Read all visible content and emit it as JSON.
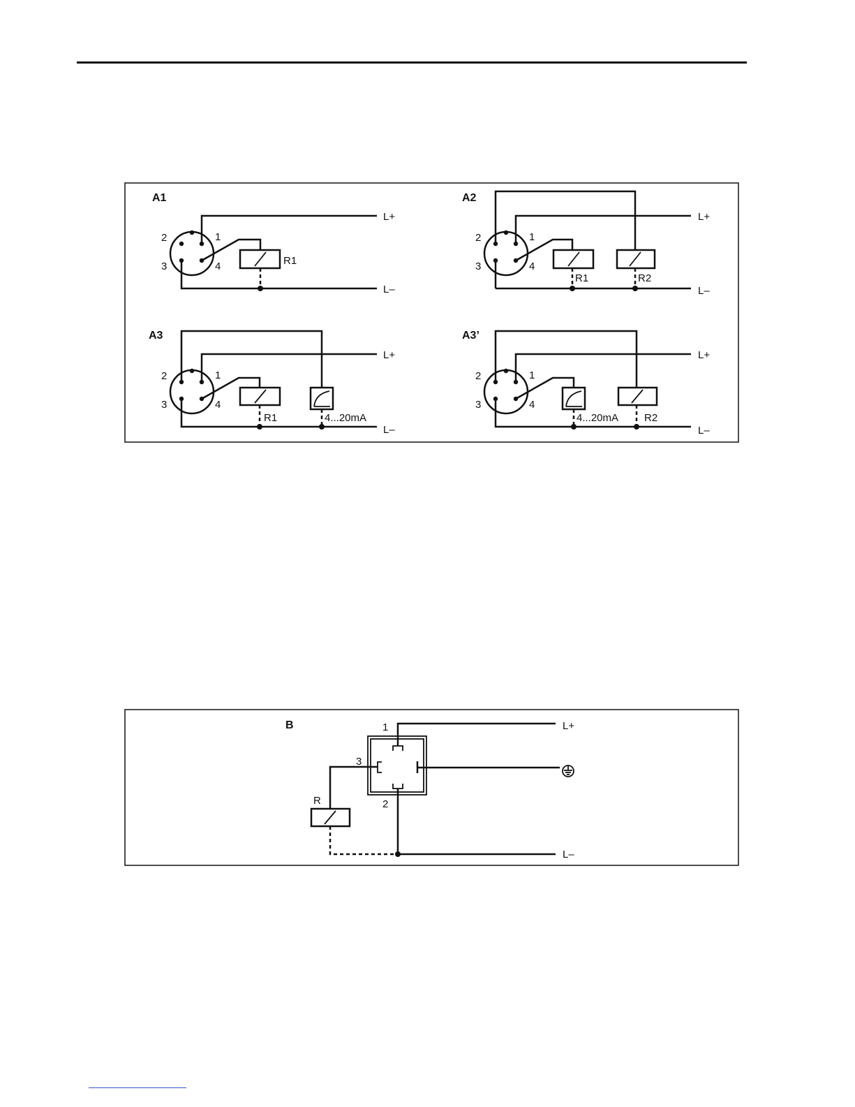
{
  "diagram_a": {
    "panels": [
      {
        "title": "A1",
        "pins": [
          "1",
          "2",
          "3",
          "4"
        ],
        "supply_pos": "L+",
        "supply_neg": "L–",
        "components": [
          {
            "label": "R1"
          }
        ]
      },
      {
        "title": "A2",
        "pins": [
          "1",
          "2",
          "3",
          "4"
        ],
        "supply_pos": "L+",
        "supply_neg": "L–",
        "components": [
          {
            "label": "R1"
          },
          {
            "label": "R2"
          }
        ]
      },
      {
        "title": "A3",
        "pins": [
          "1",
          "2",
          "3",
          "4"
        ],
        "supply_pos": "L+",
        "supply_neg": "L–",
        "components": [
          {
            "label": "R1"
          },
          {
            "label": "4...20mA"
          }
        ]
      },
      {
        "title": "A3’",
        "pins": [
          "1",
          "2",
          "3",
          "4"
        ],
        "supply_pos": "L+",
        "supply_neg": "L–",
        "components": [
          {
            "label": "4...20mA"
          },
          {
            "label": "R2"
          }
        ]
      }
    ]
  },
  "diagram_b": {
    "title": "B",
    "pins": [
      "1",
      "2",
      "3"
    ],
    "supply_pos": "L+",
    "supply_neg": "L–",
    "relay_label": "R",
    "ground_icon": "protective-earth-icon"
  }
}
